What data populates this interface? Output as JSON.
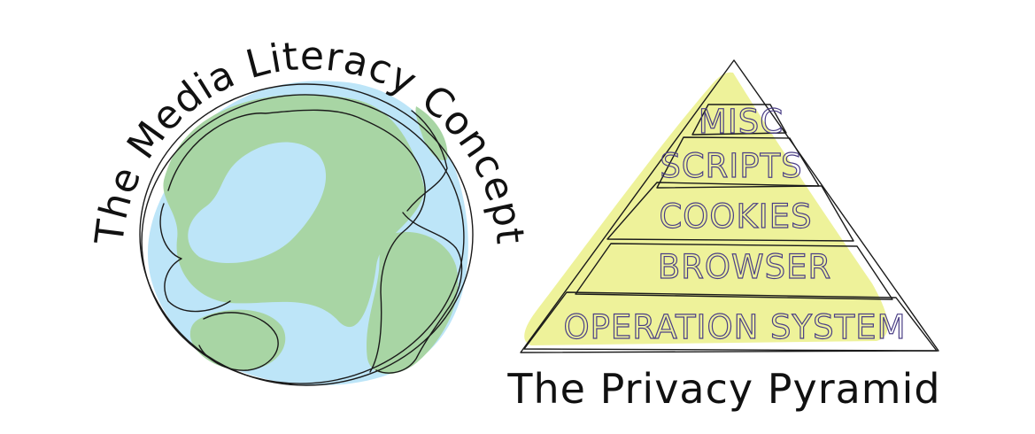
{
  "globe": {
    "title": "The Media Literacy Concept",
    "colors": {
      "ocean": "#bde5f8",
      "land": "#a8d5a4",
      "ink": "#1a1a1a"
    }
  },
  "pyramid": {
    "title": "The Privacy Pyramid",
    "layers": [
      {
        "label": "MISC"
      },
      {
        "label": "SCRIPTS"
      },
      {
        "label": "COOKIES"
      },
      {
        "label": "BROWSER"
      },
      {
        "label": "OPERATION SYSTEM"
      }
    ],
    "colors": {
      "fill": "#eef29a",
      "label": "#4b3f86",
      "ink": "#1a1a1a"
    }
  }
}
